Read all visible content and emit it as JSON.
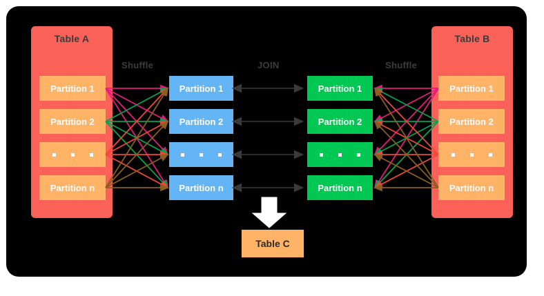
{
  "canvas": {
    "background": "#000000",
    "page_background": "#ffffff"
  },
  "colors": {
    "table_shell": "#fa6158",
    "partition_orange": "#ffb366",
    "partition_blue": "#64b5f6",
    "partition_green": "#00c853",
    "label_gray": "#3c3c3c",
    "join_arrow": "#3a3a3a",
    "down_arrow": "#ffffff",
    "shuffle_magenta": "#e8197e",
    "shuffle_green": "#00a550",
    "shuffle_red": "#f0473a",
    "shuffle_brown": "#8b5e20",
    "table_c_fill": "#ffb366"
  },
  "tables": {
    "left": {
      "title": "Table A",
      "partitions": [
        "Partition 1",
        "Partition 2",
        "dots",
        "Partition n"
      ]
    },
    "right": {
      "title": "Table B",
      "partitions": [
        "Partition 1",
        "Partition 2",
        "dots",
        "Partition n"
      ]
    }
  },
  "middle": {
    "left_column": {
      "label": "blue-partitions",
      "partitions": [
        "Partition 1",
        "Partition 2",
        "dots",
        "Partition n"
      ]
    },
    "right_column": {
      "label": "green-partitions",
      "partitions": [
        "Partition 1",
        "Partition 2",
        "dots",
        "Partition n"
      ]
    }
  },
  "labels": {
    "shuffle_left": "Shuffle",
    "shuffle_right": "Shuffle",
    "join": "JOIN"
  },
  "result": {
    "title": "Table C"
  },
  "dots_placeholder": ". . ."
}
